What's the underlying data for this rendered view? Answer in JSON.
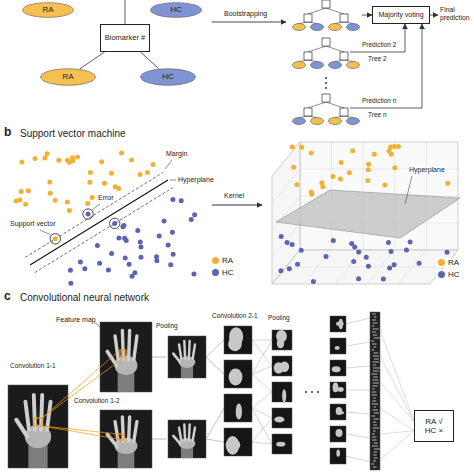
{
  "diagram": {
    "nodes": [
      {
        "text": [
          "RA"
        ]
      },
      {
        "text": [
          "HC"
        ]
      },
      {
        "text": [
          "Biomarker #"
        ]
      },
      {
        "text": [
          "RA"
        ]
      },
      {
        "text": [
          "HC"
        ]
      },
      {
        "text": [
          "Majority voting"
        ]
      },
      {
        "text": [
          "RA √",
          "HC ×"
        ]
      }
    ],
    "edges": [
      {
        "from": 2,
        "to": 3,
        "arrow": "none"
      },
      {
        "from": 2,
        "to": 4,
        "arrow": "none"
      }
    ],
    "labels": [
      "Bootstrapping",
      "Prediction 2",
      "Tree 2",
      "Prediction n",
      "Tree n",
      "Final prediction",
      "b",
      "Support vector machine",
      "Margin",
      "Hyperplane",
      "Support vector",
      "Error",
      "Kernel",
      "Hyperplane",
      "c",
      "Convolutional neural network",
      "Feature map",
      "Convolution 1-1",
      "Convolution 1-2",
      "Pooling",
      "Convolution 2-1",
      "Pooling"
    ],
    "legend": [
      {
        "text": "RA",
        "color": "#f2b134"
      },
      {
        "text": "HC",
        "color": "#5b65b0"
      },
      {
        "text": "RA",
        "color": "#f2b134"
      },
      {
        "text": "HC",
        "color": "#5b65b0"
      }
    ]
  }
}
